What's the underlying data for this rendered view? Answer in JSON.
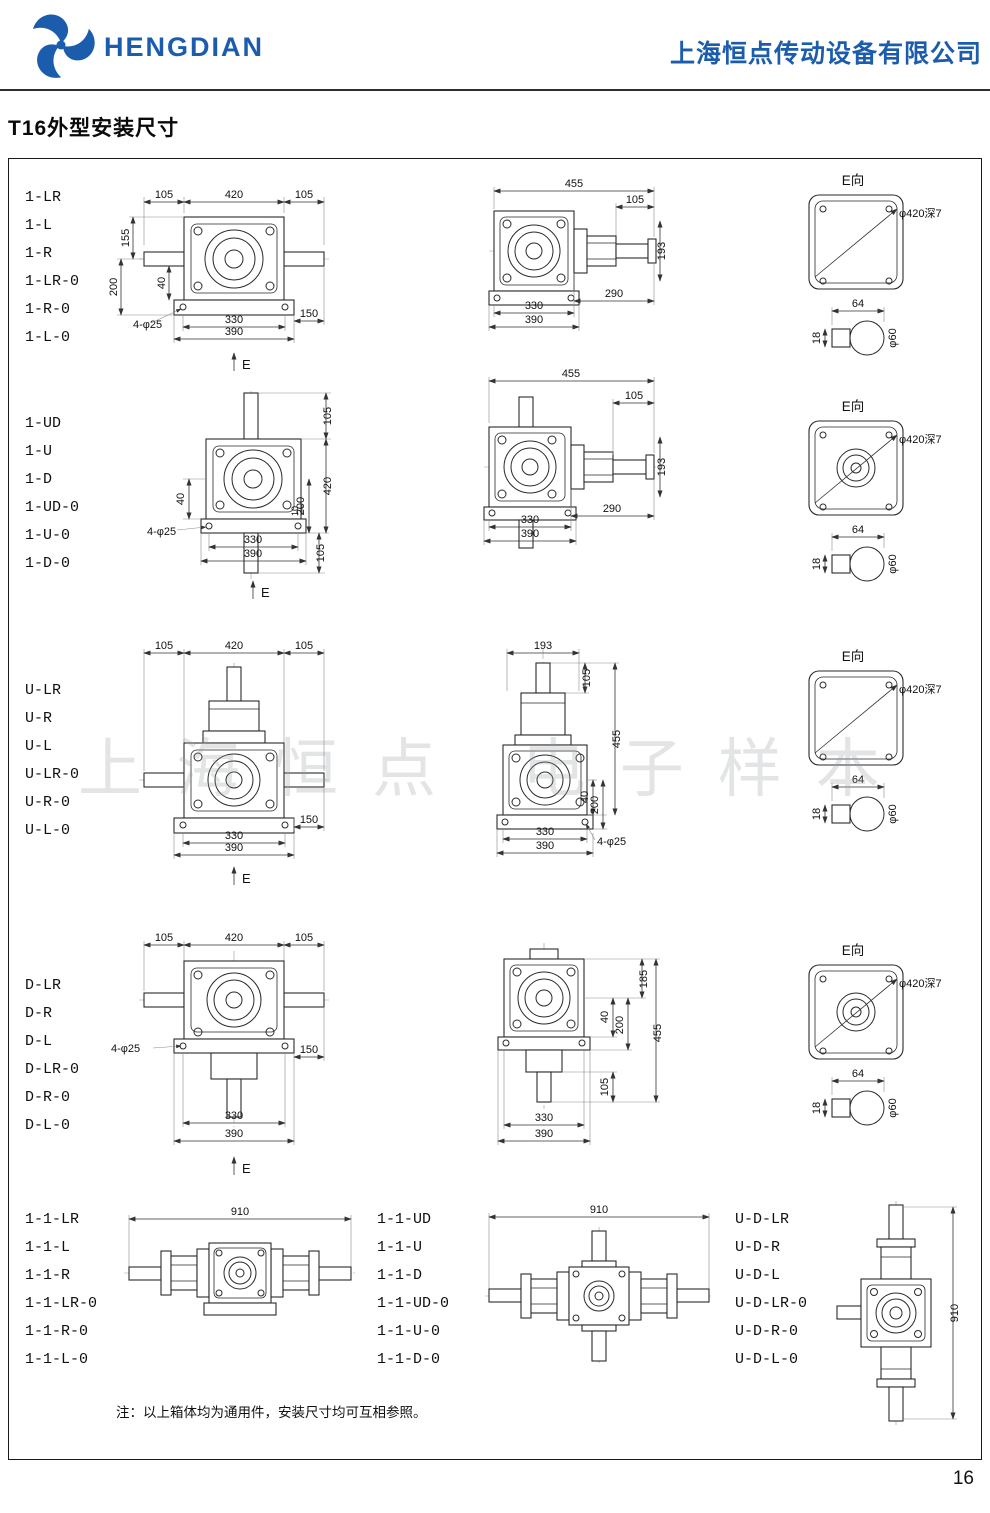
{
  "header": {
    "brand": "HENGDIAN",
    "company": "上海恒点传动设备有限公司"
  },
  "title": "T16外型安装尺寸",
  "watermark": "上海恒点 电子样本",
  "note": "注：以上箱体均为通用件，安装尺寸均可互相参照。",
  "page_number": "16",
  "r1": {
    "labels": [
      "1-LR",
      "1-L",
      "1-R",
      "1-LR-0",
      "1-R-0",
      "1-L-0"
    ],
    "f": {
      "tl": "105",
      "tc": "420",
      "tr": "105",
      "l1": "155",
      "l2": "200",
      "l3": "40",
      "holes": "4-φ25",
      "b1": "330",
      "br": "150",
      "b2": "390",
      "e": "E"
    },
    "s": {
      "t": "455",
      "t2": "105",
      "r": "193",
      "br": "290",
      "b1": "330",
      "b2": "390"
    },
    "ev": {
      "title": "E向",
      "anno": "φ420深7",
      "w": "64",
      "h": "18",
      "d": "φ60"
    }
  },
  "r2": {
    "labels": [
      "1-UD",
      "1-U",
      "1-D",
      "1-UD-0",
      "1-U-0",
      "1-D-0"
    ],
    "f": {
      "r1": "105",
      "r2": "420",
      "r3": "105",
      "i1": "10",
      "i2": "200",
      "l1": "40",
      "holes": "4-φ25",
      "b1": "330",
      "b2": "390",
      "e": "E"
    },
    "s": {
      "t": "455",
      "t2": "105",
      "r": "193",
      "br": "290",
      "b1": "330",
      "b2": "390"
    },
    "ev": {
      "title": "E向",
      "anno": "φ420深7",
      "w": "64",
      "h": "18",
      "d": "φ60"
    }
  },
  "r3": {
    "labels": [
      "U-LR",
      "U-R",
      "U-L",
      "U-LR-0",
      "U-R-0",
      "U-L-0"
    ],
    "f": {
      "tl": "105",
      "tc": "420",
      "tr": "105",
      "b1": "330",
      "br": "150",
      "b2": "390",
      "e": "E"
    },
    "s": {
      "t": "193",
      "t2": "105",
      "r1": "40",
      "r2": "200",
      "r3": "455",
      "b1": "330",
      "holes": "4-φ25",
      "b2": "390"
    },
    "ev": {
      "title": "E向",
      "anno": "φ420深7",
      "w": "64",
      "h": "18",
      "d": "φ60"
    }
  },
  "r4": {
    "labels": [
      "D-LR",
      "D-R",
      "D-L",
      "D-LR-0",
      "D-R-0",
      "D-L-0"
    ],
    "f": {
      "tl": "105",
      "tc": "420",
      "tr": "105",
      "holes": "4-φ25",
      "br": "150",
      "b1": "330",
      "b2": "390",
      "e": "E"
    },
    "s": {
      "r1": "185",
      "r2": "40",
      "r3": "200",
      "r4": "455",
      "r5": "105",
      "b1": "330",
      "b2": "390"
    },
    "ev": {
      "title": "E向",
      "anno": "φ420深7",
      "w": "64",
      "h": "18",
      "d": "φ60"
    }
  },
  "r5": {
    "g1": {
      "labels": [
        "1-1-LR",
        "1-1-L",
        "1-1-R",
        "1-1-LR-0",
        "1-1-R-0",
        "1-1-L-0"
      ],
      "dim": "910"
    },
    "g2": {
      "labels": [
        "1-1-UD",
        "1-1-U",
        "1-1-D",
        "1-1-UD-0",
        "1-1-U-0",
        "1-1-D-0"
      ],
      "dim": "910"
    },
    "g3": {
      "labels": [
        "U-D-LR",
        "U-D-R",
        "U-D-L",
        "U-D-LR-0",
        "U-D-R-0",
        "U-D-L-0"
      ],
      "dim": "910"
    }
  }
}
